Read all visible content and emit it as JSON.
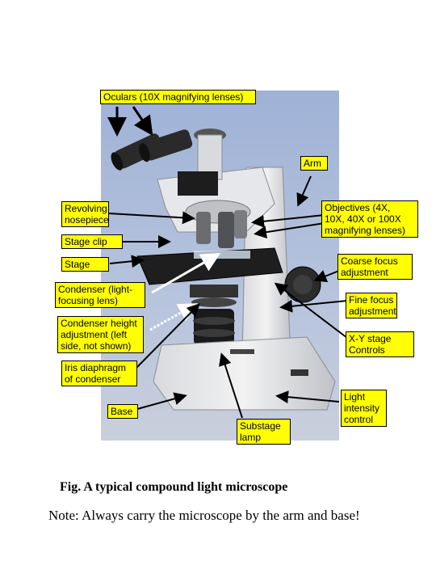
{
  "labels": {
    "oculars": "Oculars (10X magnifying lenses)",
    "arm": "Arm",
    "revolving_nosepiece": "Revolving\nnosepiece",
    "objectives": "Objectives (4X,\n10X, 40X or 100X\nmagnifying lenses)",
    "stage_clip": "Stage clip",
    "stage": "Stage",
    "coarse_focus": "Coarse focus\nadjustment",
    "condenser": "Condenser (light-\nfocusing lens)",
    "fine_focus": "Fine focus\nadjustment",
    "condenser_height": "Condenser height\nadjustment (left\nside, not shown)",
    "xy_stage": "X-Y stage\nControls",
    "iris_diaphragm": "Iris diaphragm\nof condenser",
    "base": "Base",
    "light_intensity": "Light\nintensity\ncontrol",
    "substage_lamp": "Substage\nlamp"
  },
  "caption": "Fig.  A typical compound light microscope",
  "note": "Note: Always carry the microscope by the arm and base!",
  "colors": {
    "label_background": "#ffff00",
    "photo_background": "#a8b8d8"
  }
}
